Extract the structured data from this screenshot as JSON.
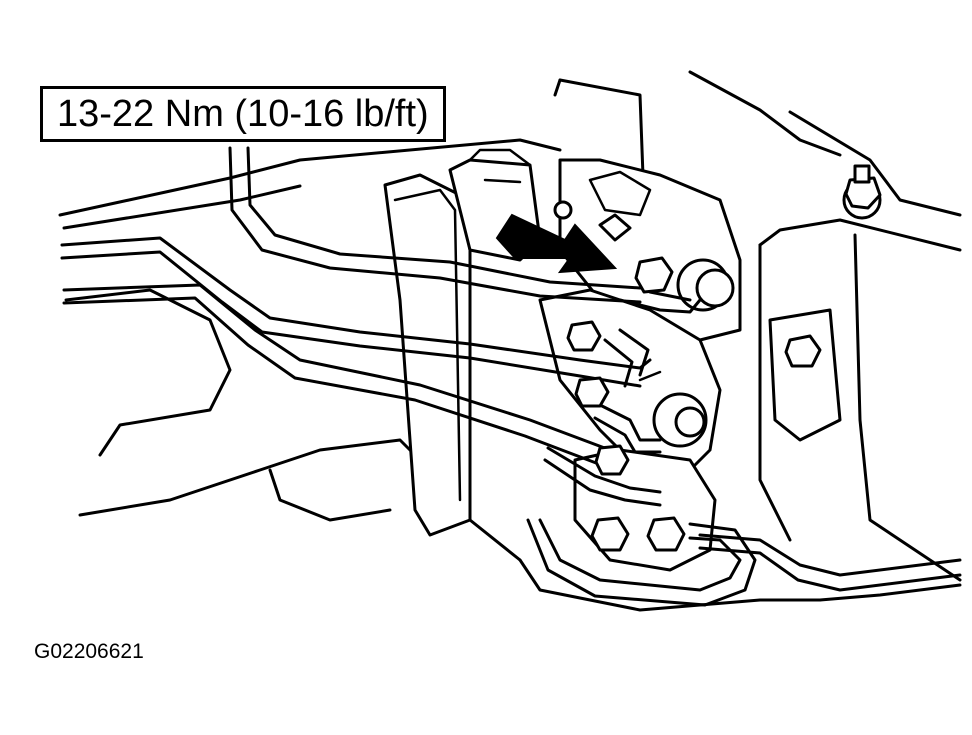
{
  "diagram": {
    "torque_spec": "13-22 Nm (10-16 lb/ft)",
    "figure_id": "G02206621",
    "callout_arrow": "black-arrow-pointing-to-brake-line-fitting"
  }
}
